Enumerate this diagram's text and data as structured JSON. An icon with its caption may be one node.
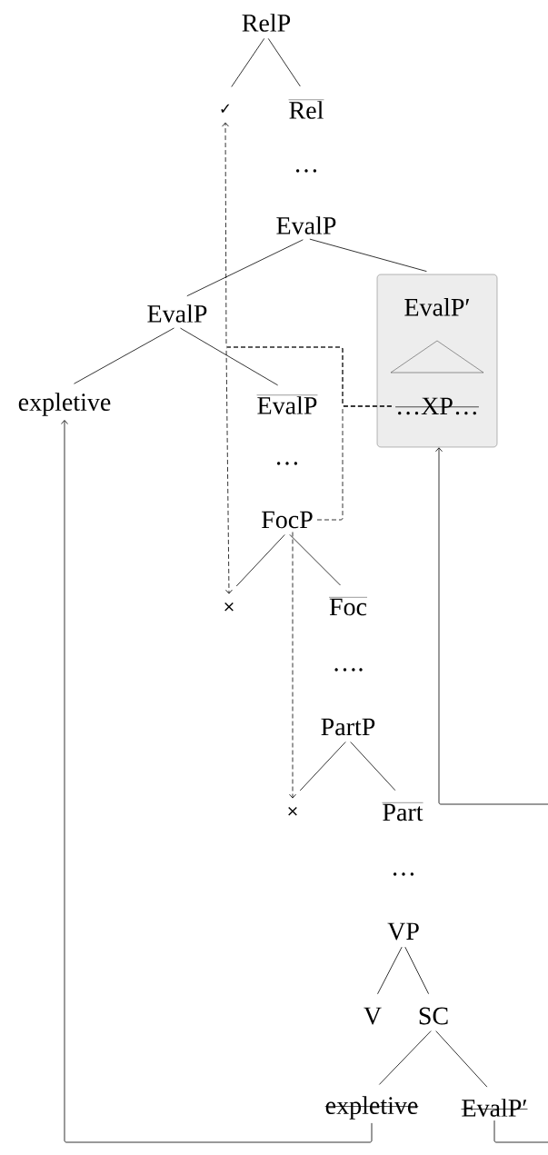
{
  "diagram": {
    "nodes": [
      {
        "text": [
          "RelP"
        ]
      },
      {
        "text": [
          "✓"
        ]
      },
      {
        "text": [
          "Rel"
        ]
      },
      {
        "text": [
          "…"
        ]
      },
      {
        "text": [
          "EvalP"
        ]
      },
      {
        "text": [
          "EvalP"
        ]
      },
      {
        "text": [
          "EvalP′"
        ]
      },
      {
        "text": [
          "…XP…"
        ],
        "in": 6
      },
      {
        "text": [
          "expletive"
        ]
      },
      {
        "text": [
          "EvalP"
        ]
      },
      {
        "text": [
          "…"
        ]
      },
      {
        "text": [
          "FocP"
        ]
      },
      {
        "text": [
          "×"
        ]
      },
      {
        "text": [
          "Foc"
        ]
      },
      {
        "text": [
          "…."
        ]
      },
      {
        "text": [
          "PartP"
        ]
      },
      {
        "text": [
          "×"
        ]
      },
      {
        "text": [
          "Part"
        ]
      },
      {
        "text": [
          "…"
        ]
      },
      {
        "text": [
          "VP"
        ]
      },
      {
        "text": [
          "V"
        ]
      },
      {
        "text": [
          "SC"
        ]
      },
      {
        "text": [
          "expletive"
        ]
      },
      {
        "text": [
          "EvalP′"
        ]
      }
    ],
    "edges": [
      {
        "from": 0,
        "to": 1,
        "arrow": "none"
      },
      {
        "from": 0,
        "to": 2,
        "arrow": "none"
      },
      {
        "from": 4,
        "to": 5,
        "arrow": "none"
      },
      {
        "from": 4,
        "to": 6,
        "arrow": "none"
      },
      {
        "from": 5,
        "to": 8,
        "arrow": "none"
      },
      {
        "from": 5,
        "to": 9,
        "arrow": "none"
      },
      {
        "from": 11,
        "to": 12,
        "arrow": "none"
      },
      {
        "from": 11,
        "to": 13,
        "arrow": "none"
      },
      {
        "from": 15,
        "to": 16,
        "arrow": "none"
      },
      {
        "from": 15,
        "to": 17,
        "arrow": "none"
      },
      {
        "from": 19,
        "to": 20,
        "arrow": "none"
      },
      {
        "from": 19,
        "to": 21,
        "arrow": "none"
      },
      {
        "from": 21,
        "to": 22,
        "arrow": "none"
      },
      {
        "from": 21,
        "to": 23,
        "arrow": "none"
      },
      {
        "from": 22,
        "to": 8,
        "arrow": "to"
      },
      {
        "from": 23,
        "to": 6,
        "arrow": "to"
      },
      {
        "from": 7,
        "to": 1,
        "arrow": "to",
        "style": "dashed"
      },
      {
        "from": 7,
        "to": 12,
        "arrow": "to",
        "style": "dashed"
      },
      {
        "from": 11,
        "to": 7,
        "arrow": "none",
        "style": "dashed"
      },
      {
        "from": 11,
        "to": 16,
        "arrow": "to",
        "style": "dashed"
      }
    ]
  }
}
